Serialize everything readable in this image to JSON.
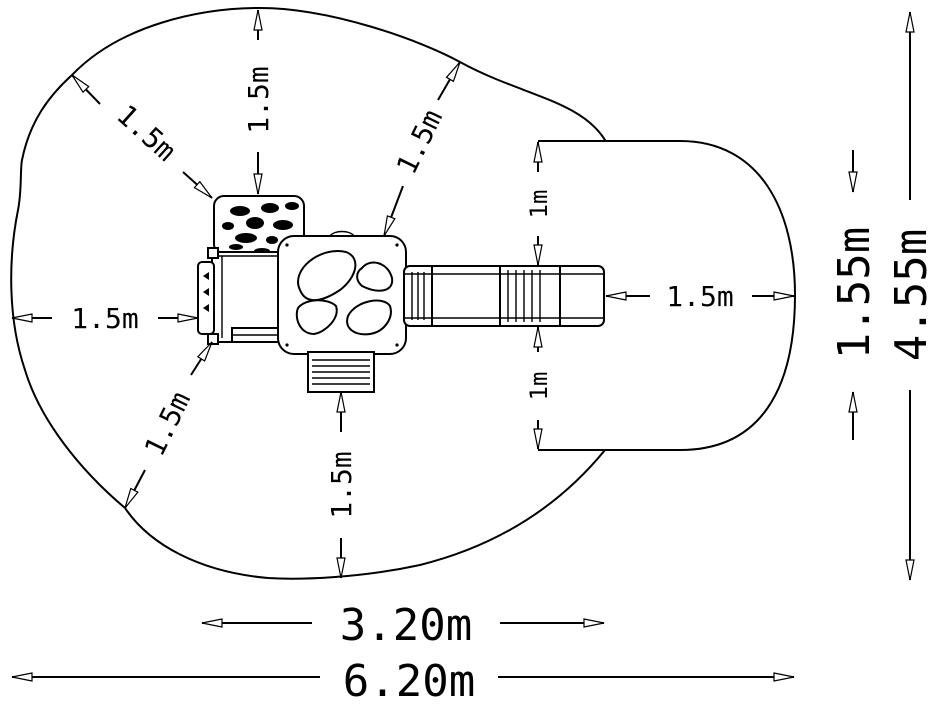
{
  "labels": {
    "clearance_top": "1.5m",
    "clearance_top_left": "1.5m",
    "clearance_top_right": "1.5m",
    "clearance_left": "1.5m",
    "clearance_bottom_left": "1.5m",
    "clearance_bottom": "1.5m",
    "clearance_slide_end": "1.5m",
    "slide_side_top": "1m",
    "slide_side_bottom": "1m",
    "equipment_depth": "1.55m",
    "total_depth": "4.55m",
    "equipment_width": "3.20m",
    "total_width": "6.20m"
  }
}
